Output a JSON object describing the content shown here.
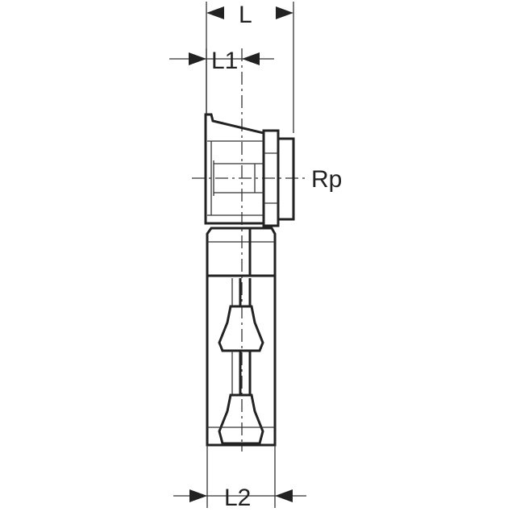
{
  "labels": {
    "L": "L",
    "L1": "L1",
    "L2": "L2",
    "Rp": "Rp"
  }
}
